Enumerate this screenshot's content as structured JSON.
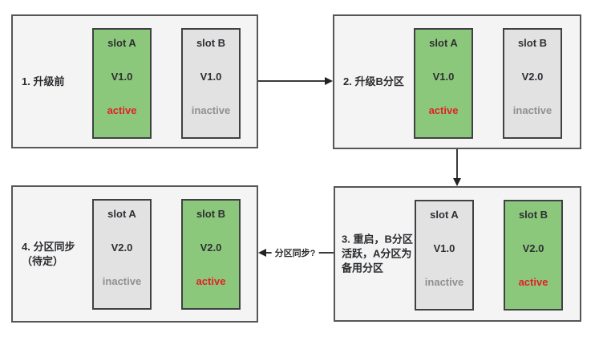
{
  "diagram": {
    "title_semantic": "A/B slot OTA upgrade flow",
    "stages": [
      {
        "label": "1. 升级前",
        "slots": [
          {
            "name": "slot A",
            "version": "V1.0",
            "status": "active"
          },
          {
            "name": "slot B",
            "version": "V1.0",
            "status": "inactive"
          }
        ]
      },
      {
        "label": "2. 升级B分区",
        "slots": [
          {
            "name": "slot A",
            "version": "V1.0",
            "status": "active"
          },
          {
            "name": "slot B",
            "version": "V2.0",
            "status": "inactive"
          }
        ]
      },
      {
        "label": "3. 重启，B分区\n活跃，A分区为\n备用分区",
        "slots": [
          {
            "name": "slot A",
            "version": "V1.0",
            "status": "inactive"
          },
          {
            "name": "slot B",
            "version": "V2.0",
            "status": "active"
          }
        ]
      },
      {
        "label": "4. 分区同步\n（待定）",
        "slots": [
          {
            "name": "slot A",
            "version": "V2.0",
            "status": "inactive"
          },
          {
            "name": "slot B",
            "version": "V2.0",
            "status": "active"
          }
        ]
      }
    ],
    "arrows": [
      {
        "from": "stage-1",
        "to": "stage-2",
        "direction": "right",
        "label": ""
      },
      {
        "from": "stage-2",
        "to": "stage-3",
        "direction": "down",
        "label": ""
      },
      {
        "from": "stage-3",
        "to": "stage-4",
        "direction": "left",
        "label": "分区同步?"
      }
    ],
    "colors": {
      "active_slot_fill": "#8cc87c",
      "inactive_slot_fill": "#e2e2e3",
      "active_status_text": "#e02222",
      "inactive_status_text": "#8f9092",
      "stage_fill": "#f4f4f5",
      "stage_border": "#54565a"
    }
  }
}
